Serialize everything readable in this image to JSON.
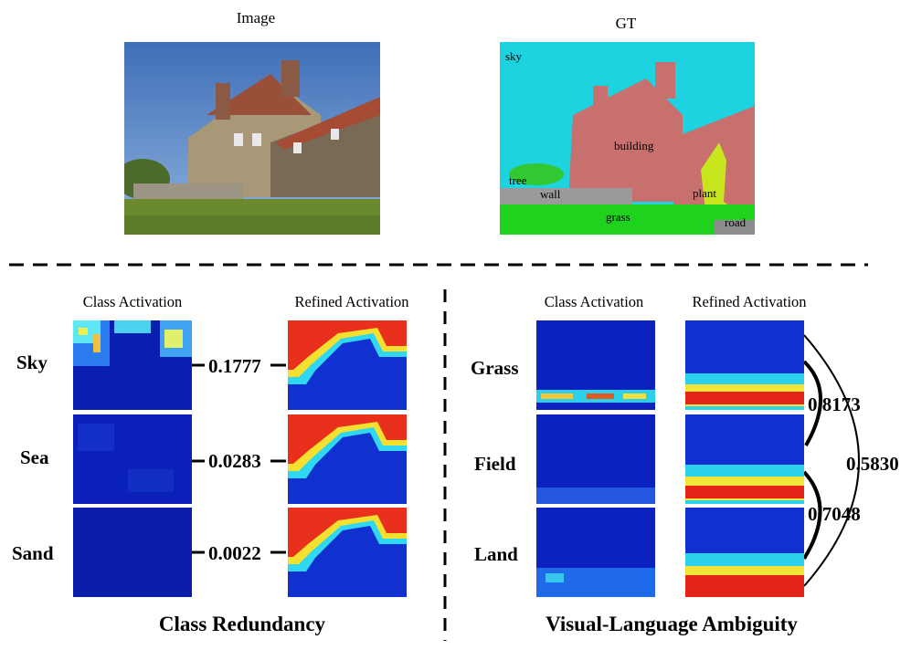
{
  "top": {
    "image_caption": "Image",
    "gt_caption": "GT",
    "gt_labels": [
      "sky",
      "building",
      "tree",
      "wall",
      "plant",
      "grass",
      "road"
    ]
  },
  "left": {
    "col_class": "Class Activation",
    "col_refined": "Refined Activation",
    "rows": [
      {
        "label": "Sky",
        "score": "0.1777"
      },
      {
        "label": "Sea",
        "score": "0.0283"
      },
      {
        "label": "Sand",
        "score": "0.0022"
      }
    ],
    "title": "Class Redundancy"
  },
  "right": {
    "col_class": "Class Activation",
    "col_refined": "Refined Activation",
    "rows": [
      {
        "label": "Grass"
      },
      {
        "label": "Field"
      },
      {
        "label": "Land"
      }
    ],
    "similarities": {
      "grass_field": "0.8173",
      "field_land": "0.7048",
      "grass_land": "0.5830"
    },
    "title": "Visual-Language Ambiguity"
  },
  "colors": {
    "sky_seg": "#1dd3e0",
    "building_seg": "#c8706e",
    "grass_seg": "#1ed21e",
    "plant_seg": "#c8e61e",
    "wall_seg": "#9a9a9a",
    "tree_seg": "#32c832",
    "road_seg": "#8c8c8c"
  }
}
